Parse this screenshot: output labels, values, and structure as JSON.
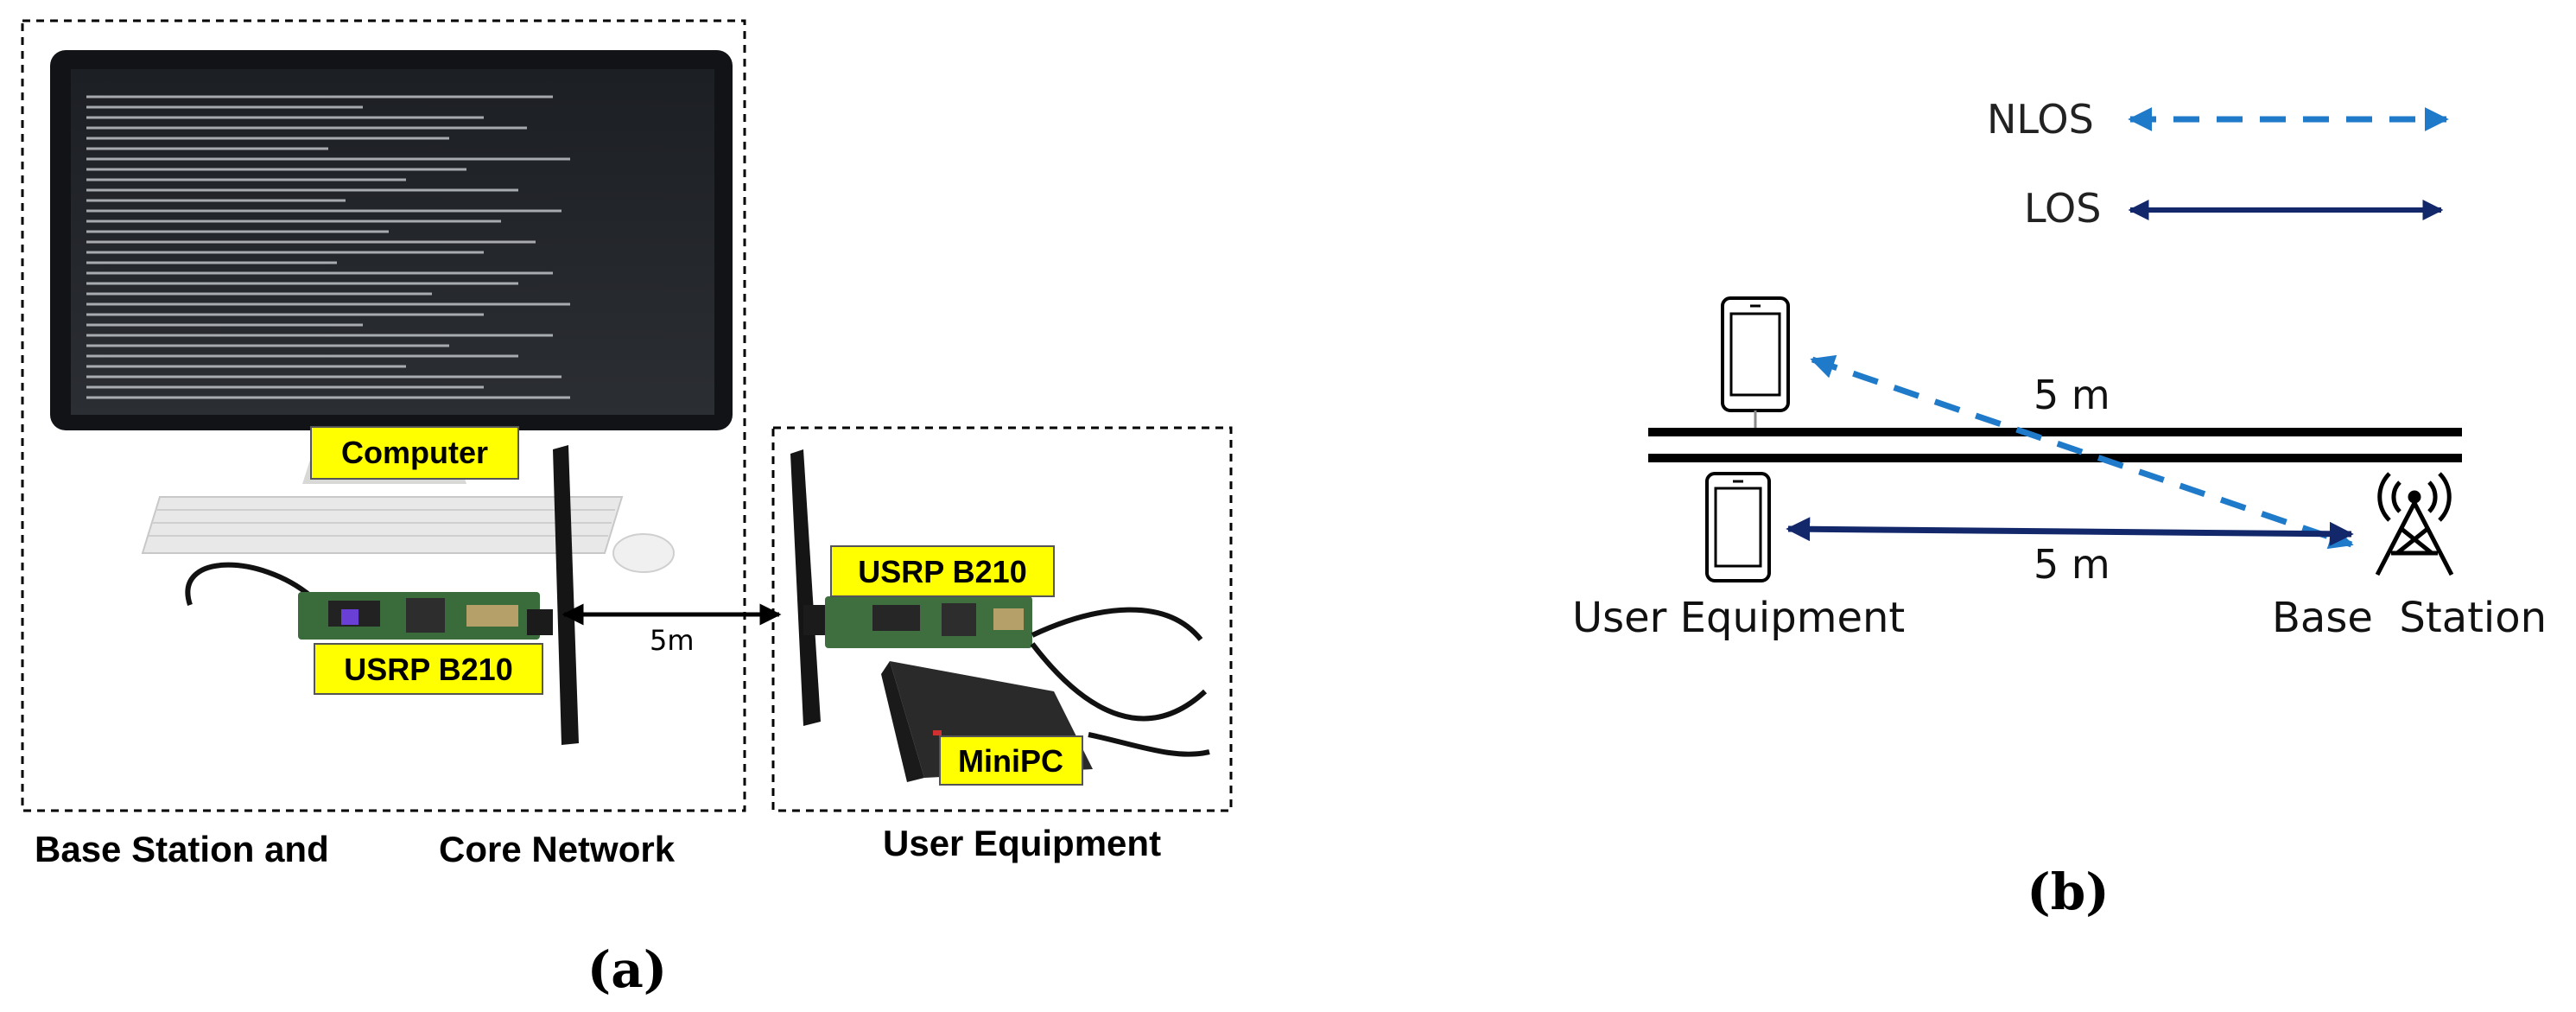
{
  "panel_a": {
    "base_station_caption": "Base Station and",
    "core_caption": "Core Network",
    "ue_caption": "User Equipment",
    "computer_label": "Computer",
    "usrp_left_label": "USRP B210",
    "usrp_right_label": "USRP B210",
    "minipc_label": "MiniPC",
    "distance_label": "5m",
    "panel_letter": "(a)",
    "label_fill": "#ffff00"
  },
  "panel_b": {
    "nlos_label": "NLOS",
    "los_label": "LOS",
    "nlos_distance": "5 m",
    "los_distance": "5 m",
    "user_equipment_label": "User Equipment",
    "base_station_label": "Base  Station",
    "panel_letter": "(b)",
    "nlos_color": "#1f7ac9",
    "los_color": "#13286b"
  }
}
